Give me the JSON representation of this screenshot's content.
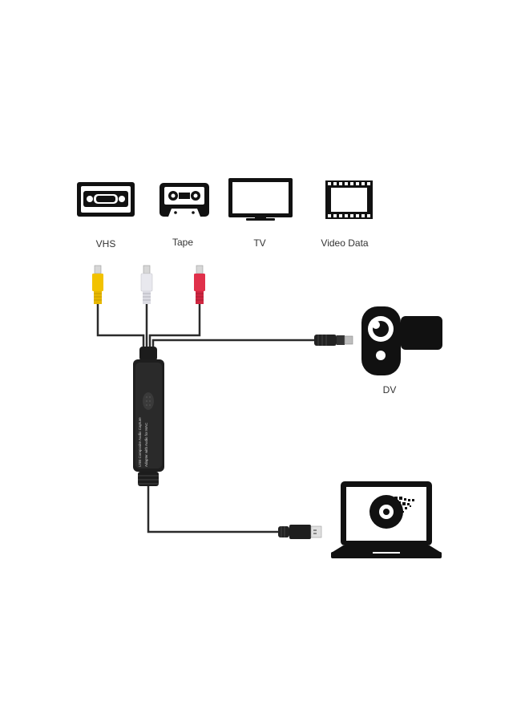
{
  "labels": {
    "vhs": "VHS",
    "tape": "Tape",
    "tv": "TV",
    "video_data": "Video Data",
    "dv": "DV"
  },
  "device": {
    "line1": "USB Composite Audio Capture",
    "line2": "Adapter with Audio for MAC"
  },
  "colors": {
    "icon": "#111111",
    "cable": "#2b2b2b",
    "rca_yellow": "#f2c200",
    "rca_white": "#e8e8ee",
    "rca_red": "#e0304a"
  },
  "icons": [
    "vhs-cassette-icon",
    "audio-tape-icon",
    "tv-icon",
    "film-strip-icon",
    "camcorder-icon",
    "laptop-icon"
  ]
}
